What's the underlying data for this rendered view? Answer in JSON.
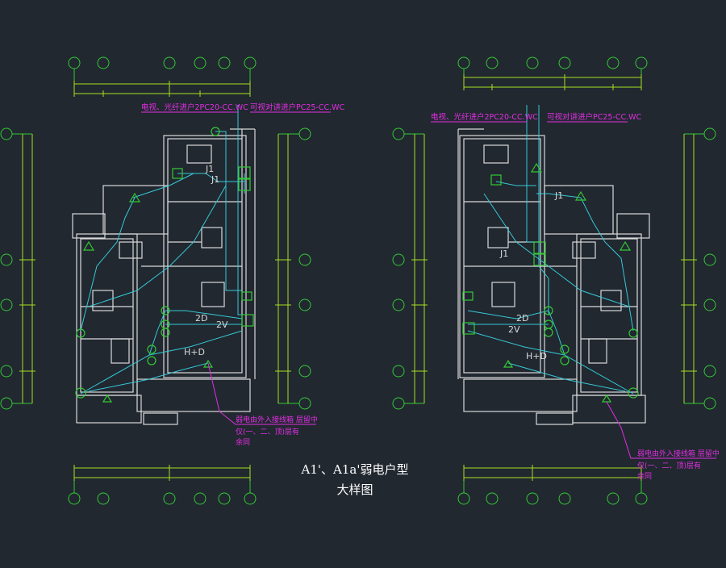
{
  "drawing": {
    "title_line1": "A1'、A1a'弱电户型",
    "title_line2": "大样图",
    "colors": {
      "background": "#212830",
      "walls": "#d9d9d9",
      "grid": "#34c934",
      "dimension": "#a6e01f",
      "cable": "#35c9d6",
      "annotation": "#e22ee2",
      "title": "#ffffff"
    }
  },
  "left_plan": {
    "conduit_note_a": "电视、光纤进户2PC20-CC.WC",
    "conduit_note_b": "可视对讲进户PC25-CC.WC",
    "cable_labels": [
      "J1",
      "J1",
      "2D",
      "2V",
      "H+D"
    ],
    "callout_lines": [
      "弱电由外入接线箱 层留中",
      "仅(一、二、顶)层有",
      "余同"
    ]
  },
  "right_plan": {
    "conduit_note_a": "电视、光纤进户2PC20-CC.WC",
    "conduit_note_b": "可视对讲进户PC25-CC.WC",
    "cable_labels": [
      "J1",
      "J1",
      "2D",
      "2V",
      "H+D"
    ],
    "callout_lines": [
      "弱电由外入接线箱 层留中",
      "仅(一、二、顶)层有",
      "余同"
    ]
  }
}
